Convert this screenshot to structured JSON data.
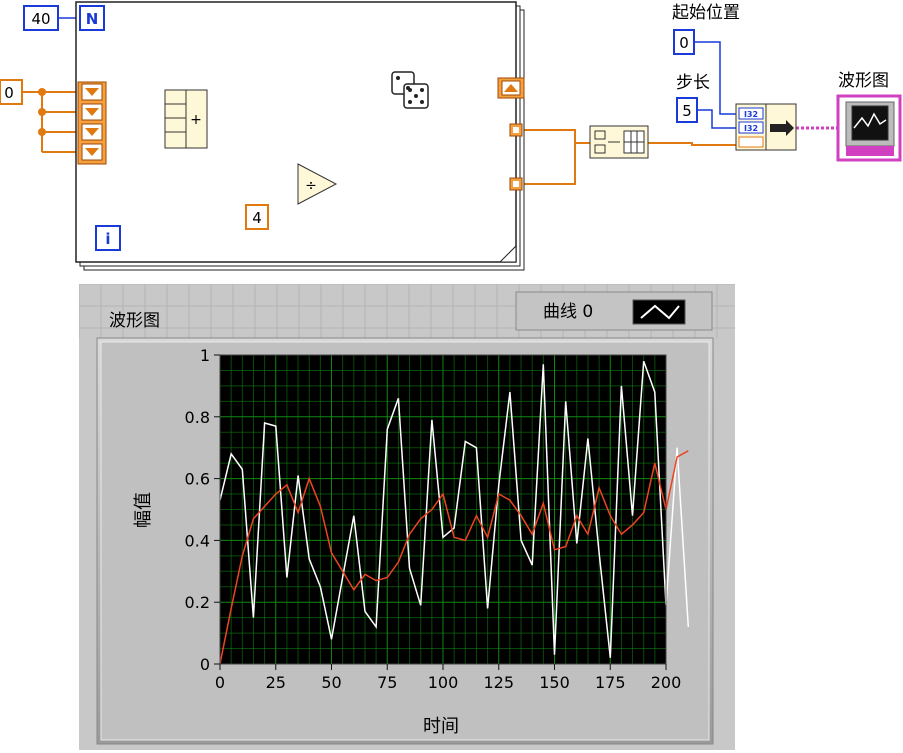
{
  "block_diagram": {
    "loop_count_value": "40",
    "loop_count_terminal": "N",
    "iteration_terminal": "i",
    "shift_register_init": "0",
    "add_operator": "+",
    "divide_operator": "÷",
    "divisor_constant": "4",
    "start_label": "起始位置",
    "start_value": "0",
    "step_label": "步长",
    "step_value": "5",
    "graph_terminal_label": "波形图",
    "build_waveform_icon": "bundle-icon",
    "random_icon": "dice-icon"
  },
  "graph": {
    "label": "波形图",
    "legend_label": "曲线 0",
    "colors": {
      "plot_bg": "#000000",
      "grid": "#118811",
      "series_white": "#ffffff",
      "series_red": "#ee4422",
      "frame": "#c0c0c0"
    }
  },
  "chart_data": {
    "type": "line",
    "xlabel": "时间",
    "ylabel": "幅值",
    "xlim": [
      0,
      200
    ],
    "ylim": [
      0,
      1
    ],
    "x_ticks": [
      "0",
      "25",
      "50",
      "75",
      "100",
      "125",
      "150",
      "175",
      "200"
    ],
    "y_ticks": [
      "0",
      "0.2",
      "0.4",
      "0.6",
      "0.8",
      "1"
    ],
    "grid": true,
    "legend": "top-right",
    "series": [
      {
        "name": "曲线 0",
        "color": "#ffffff",
        "x0": 0,
        "dx": 5,
        "values": [
          0.53,
          0.68,
          0.63,
          0.15,
          0.78,
          0.77,
          0.28,
          0.61,
          0.34,
          0.25,
          0.08,
          0.28,
          0.48,
          0.17,
          0.12,
          0.76,
          0.86,
          0.31,
          0.19,
          0.79,
          0.41,
          0.44,
          0.72,
          0.7,
          0.18,
          0.58,
          0.88,
          0.4,
          0.32,
          0.97,
          0.03,
          0.85,
          0.39,
          0.73,
          0.36,
          0.02,
          0.9,
          0.48,
          0.98,
          0.88,
          0.19,
          0.7,
          0.12
        ]
      },
      {
        "name": "",
        "color": "#ee4422",
        "x0": 0,
        "dx": 5,
        "values": [
          0.0,
          0.18,
          0.35,
          0.47,
          0.51,
          0.55,
          0.58,
          0.49,
          0.6,
          0.51,
          0.36,
          0.3,
          0.24,
          0.29,
          0.27,
          0.28,
          0.33,
          0.42,
          0.47,
          0.5,
          0.55,
          0.41,
          0.4,
          0.48,
          0.41,
          0.55,
          0.53,
          0.48,
          0.42,
          0.52,
          0.37,
          0.38,
          0.48,
          0.42,
          0.57,
          0.48,
          0.42,
          0.45,
          0.49,
          0.65,
          0.5,
          0.67,
          0.69
        ]
      }
    ]
  }
}
